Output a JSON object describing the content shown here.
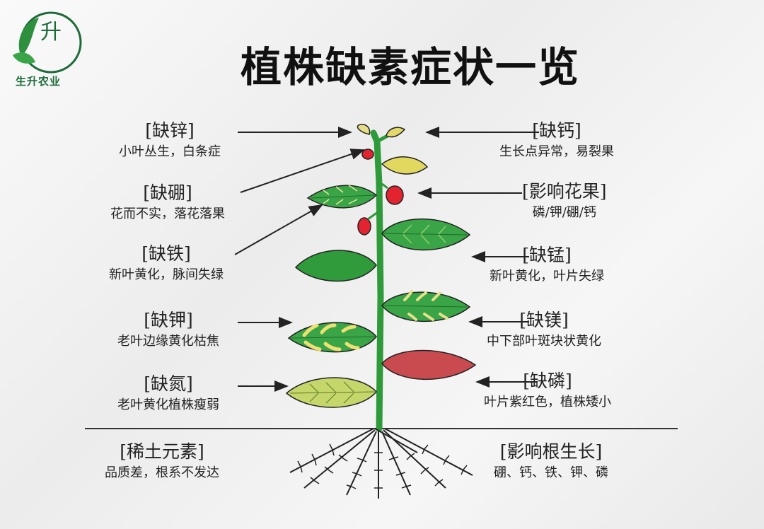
{
  "logo": {
    "mark": "升",
    "name": "生升农业"
  },
  "title": "植株缺素症状一览",
  "labels": {
    "zinc": {
      "head": "[缺锌]",
      "desc": "小叶丛生，白条症"
    },
    "boron": {
      "head": "[缺硼]",
      "desc": "花而不实，落花落果"
    },
    "iron": {
      "head": "[缺铁]",
      "desc": "新叶黄化，脉间失绿"
    },
    "potassium": {
      "head": "[缺钾]",
      "desc": "老叶边缘黄化枯焦"
    },
    "nitrogen": {
      "head": "[缺氮]",
      "desc": "老叶黄化植株瘦弱"
    },
    "rare_earth": {
      "head": "[稀土元素]",
      "desc": "品质差，根系不发达"
    },
    "calcium": {
      "head": "[缺钙]",
      "desc": "生长点异常，易裂果"
    },
    "flower_fruit": {
      "head": "[影响花果]",
      "desc": "磷/钾/硼/钙"
    },
    "manganese": {
      "head": "[缺锰]",
      "desc": "新叶黄化，叶片失绿"
    },
    "magnesium": {
      "head": "[缺镁]",
      "desc": "中下部叶斑块状黄化"
    },
    "phosphorus": {
      "head": "[缺磷]",
      "desc": "叶片紫红色，植株矮小"
    },
    "root_growth": {
      "head": "[影响根生长]",
      "desc": "硼、钙、铁、钾、磷"
    }
  },
  "colors": {
    "stem": "#2e9a3a",
    "leaf_dark": "#2f9b3a",
    "leaf_yellow": "#e1d860",
    "leaf_purple": "#c94a4f",
    "fruit": "#e3232f",
    "logo_green": "#1e6b3a"
  }
}
